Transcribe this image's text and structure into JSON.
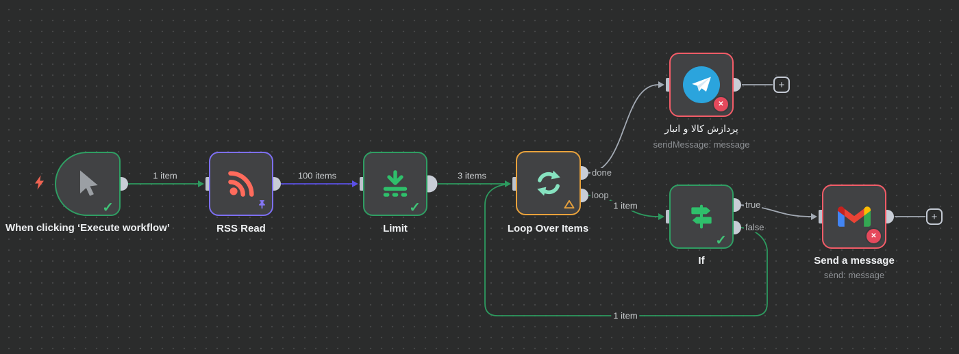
{
  "canvas": {
    "bg": "#2b2c2c",
    "accent_colors": {
      "success_green": "#2f9e63",
      "pinned_purple": "#7d6ff2",
      "warning_orange": "#e9a23c",
      "error_red": "#f35c68",
      "edge_gray": "#a3aab4",
      "check_green": "#40c377",
      "error_badge": "#e5495c"
    }
  },
  "icons": {
    "check": "✓",
    "error": "✕",
    "plus": "+"
  },
  "nodes": {
    "trigger": {
      "title": "When clicking ‘Execute workflow’"
    },
    "rss": {
      "title": "RSS Read"
    },
    "limit": {
      "title": "Limit"
    },
    "loop": {
      "title": "Loop Over Items",
      "ports": {
        "done": "done",
        "loop": "loop"
      }
    },
    "telegram": {
      "title": "پردازش کالا و انبار",
      "subtitle": "sendMessage: message"
    },
    "if": {
      "title": "If",
      "ports": {
        "true": "true",
        "false": "false"
      }
    },
    "gmail": {
      "title": "Send a message",
      "subtitle": "send: message"
    }
  },
  "edges": {
    "trigger_rss": {
      "label": "1 item"
    },
    "rss_limit": {
      "label": "100 items"
    },
    "limit_loop": {
      "label": "3 items"
    },
    "loop_if": {
      "label": "1 item"
    },
    "if_loopback": {
      "label": "1 item"
    }
  }
}
